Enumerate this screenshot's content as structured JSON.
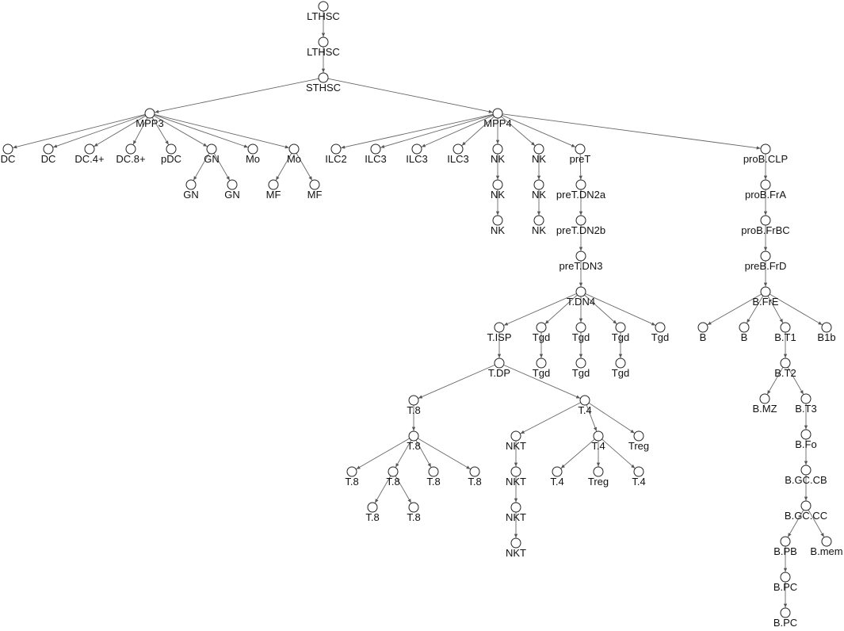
{
  "colors": {
    "edge": "#666666",
    "node_stroke": "#222222",
    "node_fill": "#ffffff",
    "text": "#111111"
  },
  "nodes": [
    {
      "id": "n1",
      "label": "LTHSC"
    },
    {
      "id": "n2",
      "label": "LTHSC"
    },
    {
      "id": "n3",
      "label": "STHSC"
    },
    {
      "id": "n4",
      "label": "MPP3"
    },
    {
      "id": "n5",
      "label": "MPP4"
    },
    {
      "id": "n6",
      "label": "DC"
    },
    {
      "id": "n7",
      "label": "DC"
    },
    {
      "id": "n8",
      "label": "DC.4+"
    },
    {
      "id": "n9",
      "label": "DC.8+"
    },
    {
      "id": "n10",
      "label": "pDC"
    },
    {
      "id": "n11",
      "label": "GN"
    },
    {
      "id": "n12",
      "label": "Mo"
    },
    {
      "id": "n13",
      "label": "Mo"
    },
    {
      "id": "n14",
      "label": "GN"
    },
    {
      "id": "n15",
      "label": "GN"
    },
    {
      "id": "n16",
      "label": "MF"
    },
    {
      "id": "n17",
      "label": "MF"
    },
    {
      "id": "n18",
      "label": "ILC2"
    },
    {
      "id": "n19",
      "label": "ILC3"
    },
    {
      "id": "n20",
      "label": "ILC3"
    },
    {
      "id": "n21",
      "label": "ILC3"
    },
    {
      "id": "n22",
      "label": "NK"
    },
    {
      "id": "n23",
      "label": "NK"
    },
    {
      "id": "n24",
      "label": "preT"
    },
    {
      "id": "n25",
      "label": "proB.CLP"
    },
    {
      "id": "n26",
      "label": "NK"
    },
    {
      "id": "n27",
      "label": "NK"
    },
    {
      "id": "n28",
      "label": "NK"
    },
    {
      "id": "n29",
      "label": "NK"
    },
    {
      "id": "n30",
      "label": "preT.DN2a"
    },
    {
      "id": "n31",
      "label": "preT.DN2b"
    },
    {
      "id": "n32",
      "label": "preT.DN3"
    },
    {
      "id": "n33",
      "label": "T.DN4"
    },
    {
      "id": "n34",
      "label": "T.ISP"
    },
    {
      "id": "n35",
      "label": "Tgd"
    },
    {
      "id": "n36",
      "label": "Tgd"
    },
    {
      "id": "n37",
      "label": "Tgd"
    },
    {
      "id": "n38",
      "label": "Tgd"
    },
    {
      "id": "n39",
      "label": "Tgd"
    },
    {
      "id": "n40",
      "label": "Tgd"
    },
    {
      "id": "n41",
      "label": "Tgd"
    },
    {
      "id": "n42",
      "label": "T.DP"
    },
    {
      "id": "n43",
      "label": "T.8"
    },
    {
      "id": "n44",
      "label": "T.4"
    },
    {
      "id": "n45",
      "label": "T.8"
    },
    {
      "id": "n46",
      "label": "T.8"
    },
    {
      "id": "n47",
      "label": "T.8"
    },
    {
      "id": "n48",
      "label": "T.8"
    },
    {
      "id": "n49",
      "label": "T.8"
    },
    {
      "id": "n50",
      "label": "T.8"
    },
    {
      "id": "n51",
      "label": "T.8"
    },
    {
      "id": "n52",
      "label": "NKT"
    },
    {
      "id": "n53",
      "label": "T.4"
    },
    {
      "id": "n54",
      "label": "Treg"
    },
    {
      "id": "n55",
      "label": "NKT"
    },
    {
      "id": "n56",
      "label": "NKT"
    },
    {
      "id": "n57",
      "label": "NKT"
    },
    {
      "id": "n58",
      "label": "T.4"
    },
    {
      "id": "n59",
      "label": "Treg"
    },
    {
      "id": "n60",
      "label": "T.4"
    },
    {
      "id": "n61",
      "label": "proB.FrA"
    },
    {
      "id": "n62",
      "label": "proB.FrBC"
    },
    {
      "id": "n63",
      "label": "preB.FrD"
    },
    {
      "id": "n64",
      "label": "B.FrE"
    },
    {
      "id": "n65",
      "label": "B"
    },
    {
      "id": "n66",
      "label": "B"
    },
    {
      "id": "n67",
      "label": "B.T1"
    },
    {
      "id": "n68",
      "label": "B1b"
    },
    {
      "id": "n69",
      "label": "B.T2"
    },
    {
      "id": "n70",
      "label": "B.MZ"
    },
    {
      "id": "n71",
      "label": "B.T3"
    },
    {
      "id": "n72",
      "label": "B.Fo"
    },
    {
      "id": "n73",
      "label": "B.GC.CB"
    },
    {
      "id": "n74",
      "label": "B.GC.CC"
    },
    {
      "id": "n75",
      "label": "B.PB"
    },
    {
      "id": "n76",
      "label": "B.mem"
    },
    {
      "id": "n77",
      "label": "B.PC"
    },
    {
      "id": "n78",
      "label": "B.PC"
    }
  ],
  "edges": [
    [
      "n1",
      "n2"
    ],
    [
      "n2",
      "n3"
    ],
    [
      "n3",
      "n4"
    ],
    [
      "n3",
      "n5"
    ],
    [
      "n4",
      "n6"
    ],
    [
      "n4",
      "n7"
    ],
    [
      "n4",
      "n8"
    ],
    [
      "n4",
      "n9"
    ],
    [
      "n4",
      "n10"
    ],
    [
      "n4",
      "n11"
    ],
    [
      "n4",
      "n12"
    ],
    [
      "n4",
      "n13"
    ],
    [
      "n11",
      "n14"
    ],
    [
      "n11",
      "n15"
    ],
    [
      "n13",
      "n16"
    ],
    [
      "n13",
      "n17"
    ],
    [
      "n5",
      "n18"
    ],
    [
      "n5",
      "n19"
    ],
    [
      "n5",
      "n20"
    ],
    [
      "n5",
      "n21"
    ],
    [
      "n5",
      "n22"
    ],
    [
      "n5",
      "n23"
    ],
    [
      "n5",
      "n24"
    ],
    [
      "n5",
      "n25"
    ],
    [
      "n22",
      "n26"
    ],
    [
      "n26",
      "n27"
    ],
    [
      "n23",
      "n28"
    ],
    [
      "n28",
      "n29"
    ],
    [
      "n24",
      "n30"
    ],
    [
      "n30",
      "n31"
    ],
    [
      "n31",
      "n32"
    ],
    [
      "n32",
      "n33"
    ],
    [
      "n33",
      "n34"
    ],
    [
      "n33",
      "n35"
    ],
    [
      "n33",
      "n36"
    ],
    [
      "n33",
      "n37"
    ],
    [
      "n33",
      "n38"
    ],
    [
      "n35",
      "n39"
    ],
    [
      "n36",
      "n40"
    ],
    [
      "n37",
      "n41"
    ],
    [
      "n34",
      "n42"
    ],
    [
      "n42",
      "n43"
    ],
    [
      "n42",
      "n44"
    ],
    [
      "n43",
      "n45"
    ],
    [
      "n45",
      "n46"
    ],
    [
      "n45",
      "n47"
    ],
    [
      "n45",
      "n48"
    ],
    [
      "n45",
      "n49"
    ],
    [
      "n47",
      "n50"
    ],
    [
      "n47",
      "n51"
    ],
    [
      "n44",
      "n52"
    ],
    [
      "n44",
      "n53"
    ],
    [
      "n44",
      "n54"
    ],
    [
      "n52",
      "n55"
    ],
    [
      "n55",
      "n56"
    ],
    [
      "n56",
      "n57"
    ],
    [
      "n53",
      "n58"
    ],
    [
      "n53",
      "n59"
    ],
    [
      "n53",
      "n60"
    ],
    [
      "n25",
      "n61"
    ],
    [
      "n61",
      "n62"
    ],
    [
      "n62",
      "n63"
    ],
    [
      "n63",
      "n64"
    ],
    [
      "n64",
      "n65"
    ],
    [
      "n64",
      "n66"
    ],
    [
      "n64",
      "n67"
    ],
    [
      "n64",
      "n68"
    ],
    [
      "n67",
      "n69"
    ],
    [
      "n69",
      "n70"
    ],
    [
      "n69",
      "n71"
    ],
    [
      "n71",
      "n72"
    ],
    [
      "n72",
      "n73"
    ],
    [
      "n73",
      "n74"
    ],
    [
      "n74",
      "n75"
    ],
    [
      "n74",
      "n76"
    ],
    [
      "n75",
      "n77"
    ],
    [
      "n77",
      "n78"
    ]
  ]
}
